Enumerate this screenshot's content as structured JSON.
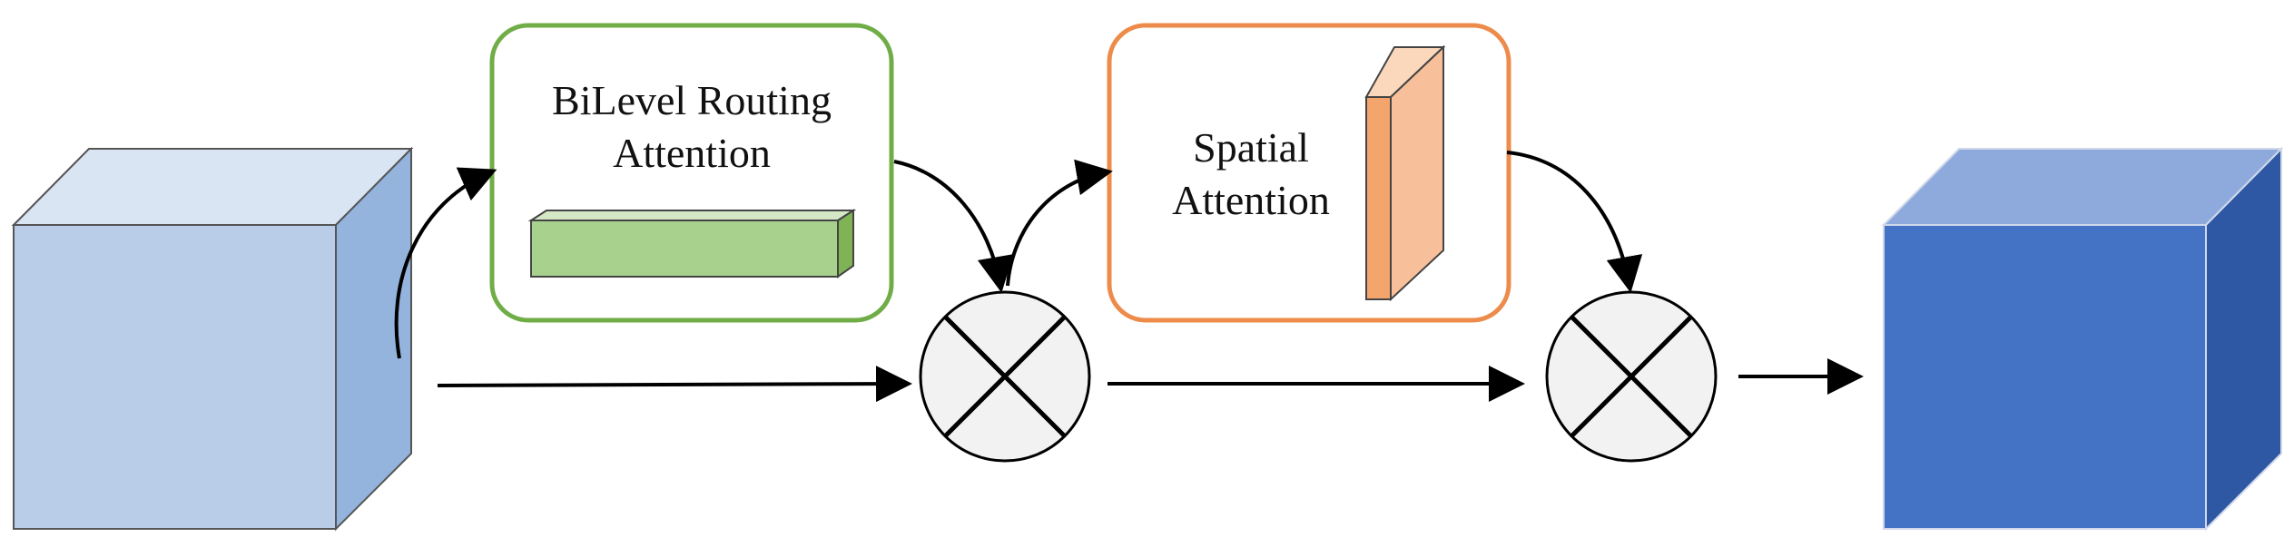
{
  "modules": {
    "bilevel": {
      "line1": "BiLevel Routing",
      "line2": "Attention",
      "border_color": "#70ad47",
      "block_color": "#a9d18e"
    },
    "spatial": {
      "line1": "Spatial",
      "line2": "Attention",
      "border_color": "#ed8b4a",
      "block_color": "#f4a56c"
    }
  },
  "input_cube": {
    "front_color": "#b9cde8",
    "top_color": "#dae5f4",
    "side_color": "#94b3dd"
  },
  "output_cube": {
    "front_color": "#4472c4",
    "top_color": "#8eaadc",
    "side_color": "#2e58a3"
  },
  "operators": [
    {
      "symbol": "multiply-circle",
      "fill": "#f2f2f2"
    },
    {
      "symbol": "multiply-circle",
      "fill": "#f2f2f2"
    }
  ]
}
